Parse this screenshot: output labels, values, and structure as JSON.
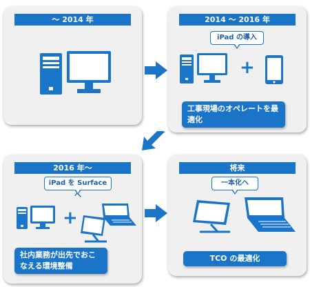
{
  "panels": {
    "p1": {
      "header": "～ 2014 年"
    },
    "p2": {
      "header": "2014 ～ 2016 年",
      "callout": "iPad の導入",
      "result": "工事現場のオペレートを最適化"
    },
    "p3": {
      "header": "2016 年～",
      "callout": "iPad を Surface へ",
      "result": "社内業務が出先でおこなえる環境整備"
    },
    "p4": {
      "header": "将来",
      "callout": "一本化へ",
      "result": "TCO の最適化"
    }
  },
  "plus_sign": "+",
  "colors": {
    "accent": "#1a74c8",
    "panel_bg": "#f0f0f0"
  },
  "icons": [
    "desktop-tower-icon",
    "monitor-icon",
    "tablet-icon",
    "laptop-icon",
    "surface-tablet-icon",
    "arrow-right-icon",
    "arrow-diagonal-icon"
  ]
}
